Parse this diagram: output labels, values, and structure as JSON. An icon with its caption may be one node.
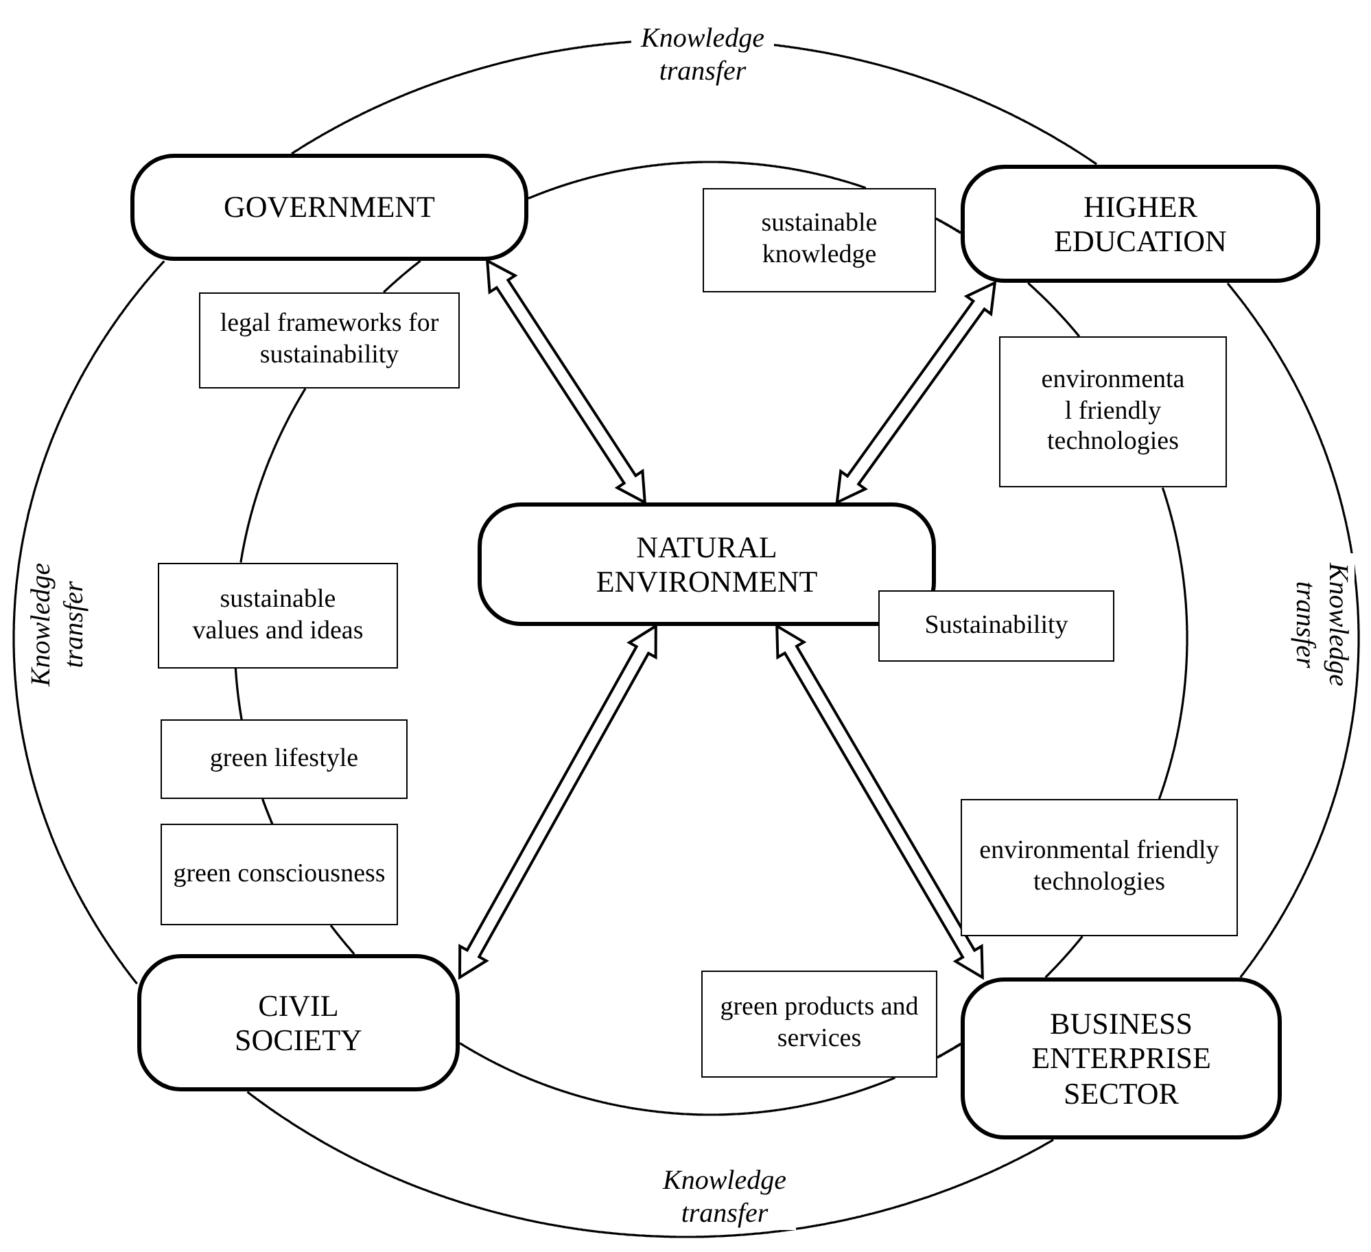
{
  "diagram": {
    "nodes": [
      {
        "text": [
          "GOVERNMENT"
        ]
      },
      {
        "text": [
          "HIGHER EDUCATION"
        ]
      },
      {
        "text": [
          "NATURAL ENVIRONMENT"
        ]
      },
      {
        "text": [
          "CIVIL SOCIETY"
        ]
      },
      {
        "text": [
          "BUSINESS ENTERPRISE SECTOR"
        ]
      },
      {
        "text": [
          "sustainable knowledge"
        ]
      },
      {
        "text": [
          "legal frameworks for sustainability"
        ]
      },
      {
        "text": [
          "environmenta l friendly technologies"
        ]
      },
      {
        "text": [
          "Sustainability"
        ]
      },
      {
        "text": [
          "sustainable values and ideas"
        ]
      },
      {
        "text": [
          "green lifestyle"
        ]
      },
      {
        "text": [
          "green consciousness"
        ]
      },
      {
        "text": [
          "environmental friendly technologies"
        ]
      },
      {
        "text": [
          "green products and services"
        ]
      }
    ],
    "edges": [
      {
        "from": 0,
        "to": 2,
        "arrow": "both",
        "style": "thick"
      },
      {
        "from": 1,
        "to": 2,
        "arrow": "both",
        "style": "thick"
      },
      {
        "from": 2,
        "to": 3,
        "arrow": "both",
        "style": "thick"
      },
      {
        "from": 2,
        "to": 4,
        "arrow": "both",
        "style": "thick"
      },
      {
        "from": 0,
        "to": 1,
        "arrow": "none",
        "label": "Knowledge transfer"
      },
      {
        "from": 1,
        "to": 4,
        "arrow": "none",
        "label": "Knowledge transfer"
      },
      {
        "from": 4,
        "to": 3,
        "arrow": "none",
        "label": "Knowledge transfer"
      },
      {
        "from": 3,
        "to": 0,
        "arrow": "none",
        "label": "Knowledge transfer"
      },
      {
        "from": 0,
        "to": 5,
        "arrow": "none"
      },
      {
        "from": 5,
        "to": 1,
        "arrow": "none"
      },
      {
        "from": 1,
        "to": 7,
        "arrow": "none"
      },
      {
        "from": 7,
        "to": 12,
        "arrow": "none"
      },
      {
        "from": 12,
        "to": 4,
        "arrow": "none"
      },
      {
        "from": 4,
        "to": 13,
        "arrow": "none"
      },
      {
        "from": 13,
        "to": 3,
        "arrow": "none"
      },
      {
        "from": 3,
        "to": 11,
        "arrow": "none"
      },
      {
        "from": 11,
        "to": 10,
        "arrow": "none"
      },
      {
        "from": 10,
        "to": 9,
        "arrow": "none"
      },
      {
        "from": 9,
        "to": 6,
        "arrow": "none"
      },
      {
        "from": 6,
        "to": 0,
        "arrow": "none"
      }
    ]
  }
}
